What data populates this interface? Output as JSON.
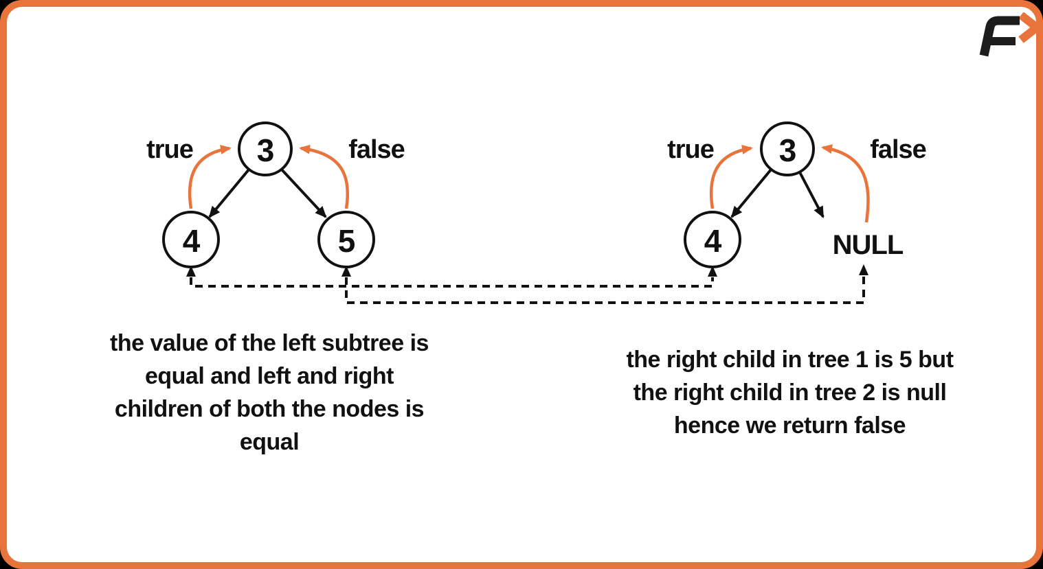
{
  "colors": {
    "orange": "#E8743C",
    "ink": "#111111",
    "background": "#ffffff",
    "logo_black": "#1d1d1b"
  },
  "logo": {
    "letter": "F",
    "chevron": "chevron-right"
  },
  "tree1": {
    "root_value": "3",
    "left_value": "4",
    "right_value": "5",
    "left_result_label": "true",
    "right_result_label": "false"
  },
  "tree2": {
    "root_value": "3",
    "left_value": "4",
    "right_value": "NULL",
    "left_result_label": "true",
    "right_result_label": "false"
  },
  "caption_left": {
    "line1": "the value of the left subtree is",
    "line2": "equal and left and right",
    "line3": "children of both the nodes is",
    "line4": "equal"
  },
  "caption_right": {
    "line1": "the right child in tree 1 is 5 but",
    "line2": "the right child in tree 2 is null",
    "line3": "hence we return false"
  }
}
